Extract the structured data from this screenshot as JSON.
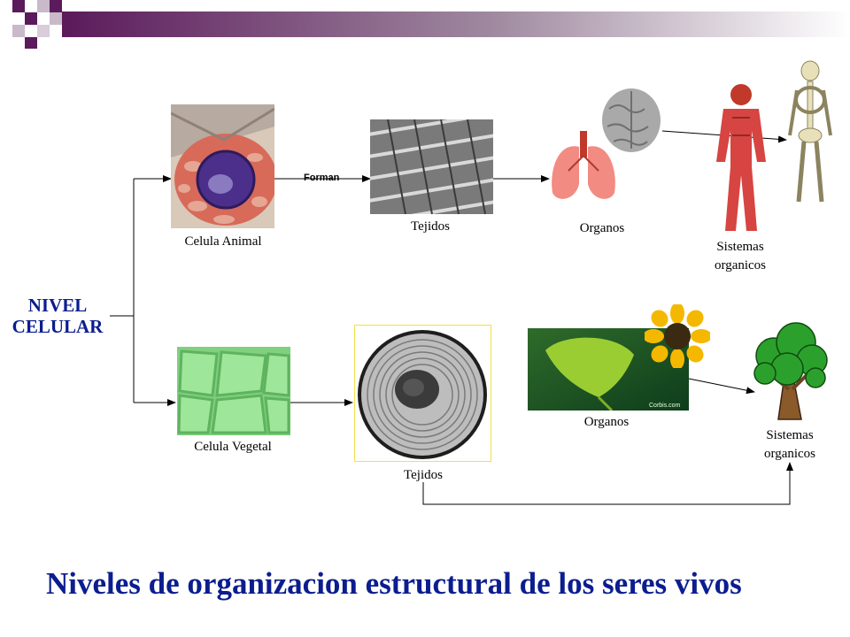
{
  "nivel": {
    "line1": "NIVEL",
    "line2": "CELULAR"
  },
  "animal": {
    "celula": "Celula Animal",
    "forman": "Forman",
    "tejidos": "Tejidos",
    "organos": "Organos",
    "sistemas_line1": "Sistemas",
    "sistemas_line2": "organicos"
  },
  "vegetal": {
    "celula": "Celula Vegetal",
    "tejidos": "Tejidos",
    "organos": "Organos",
    "corbis": "Corbis.com",
    "sistemas_line1": "Sistemas",
    "sistemas_line2": "organicos"
  },
  "title": "Niveles de organizacion estructural de los seres vivos",
  "colors": {
    "title": "#0b1d8f",
    "banner_purple": "#5b1a5b"
  }
}
